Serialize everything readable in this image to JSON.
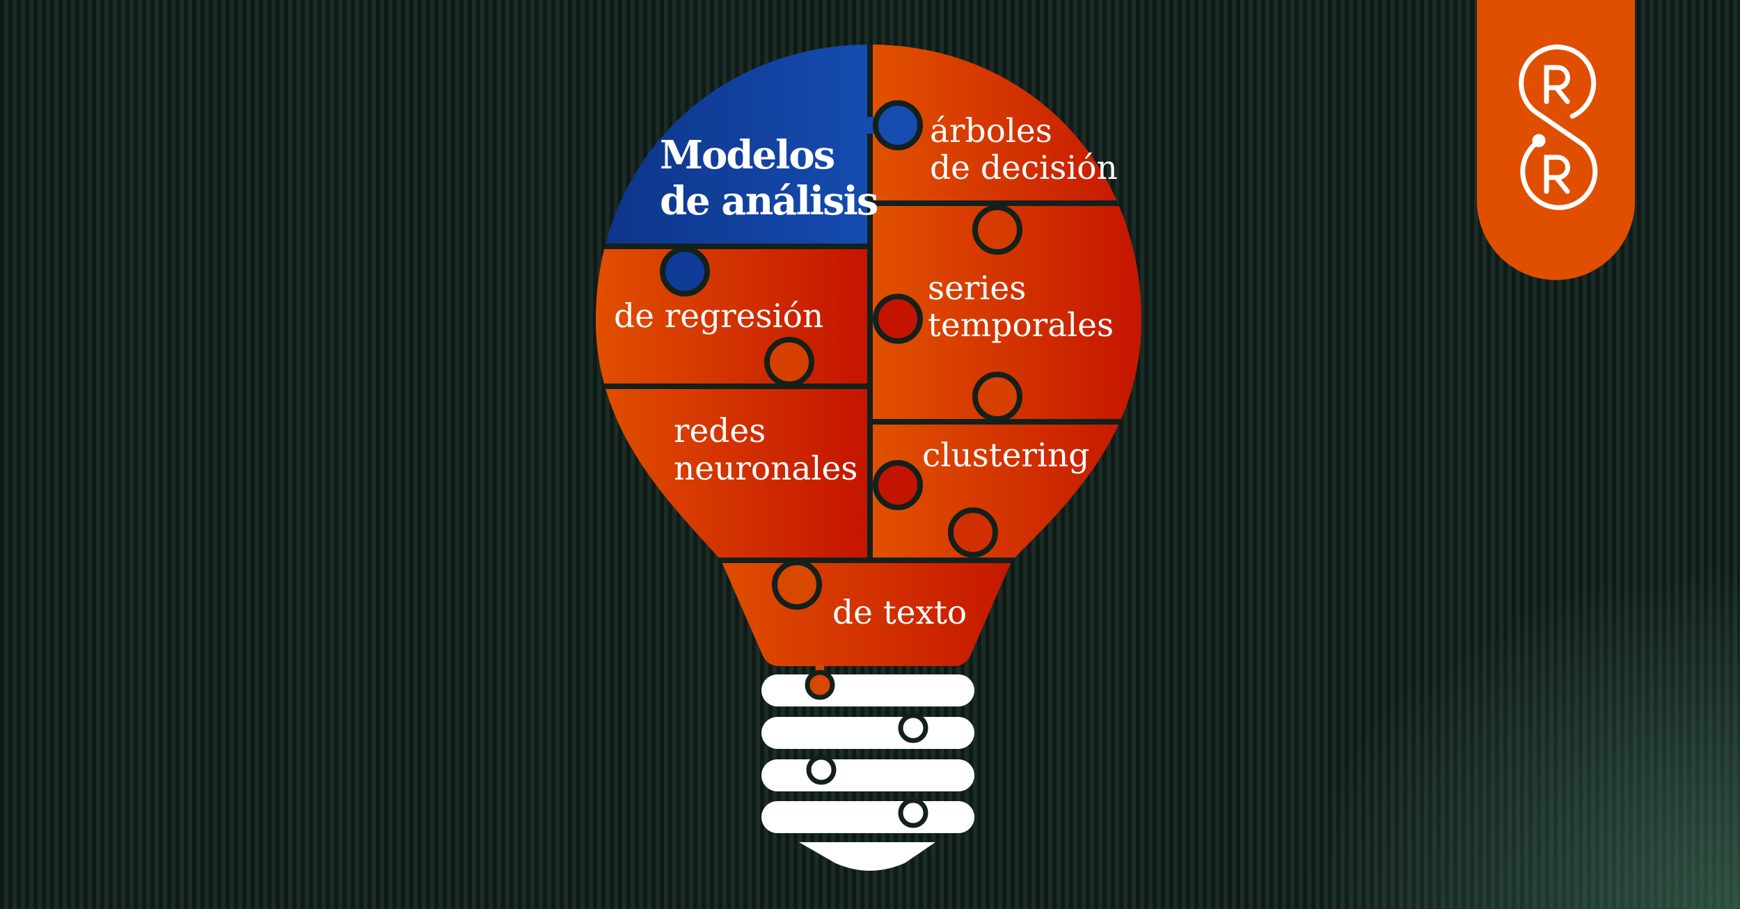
{
  "title": {
    "line1": "Modelos",
    "line2": "de análisis"
  },
  "pieces": {
    "arboles": {
      "line1": "árboles",
      "line2": "de decisión"
    },
    "regresion": {
      "line1": "de regresión"
    },
    "series": {
      "line1": "series",
      "line2": "temporales"
    },
    "redes": {
      "line1": "redes",
      "line2": "neuronales"
    },
    "clustering": {
      "line1": "clustering"
    },
    "texto": {
      "line1": "de texto"
    }
  },
  "logo": {
    "letters": "R R",
    "icon": "double-r-infinity-logo"
  },
  "colors": {
    "background": "#13201c",
    "orange": "#e04e00",
    "red": "#c01000",
    "blue": "#1248a8",
    "white": "#ffffff"
  }
}
